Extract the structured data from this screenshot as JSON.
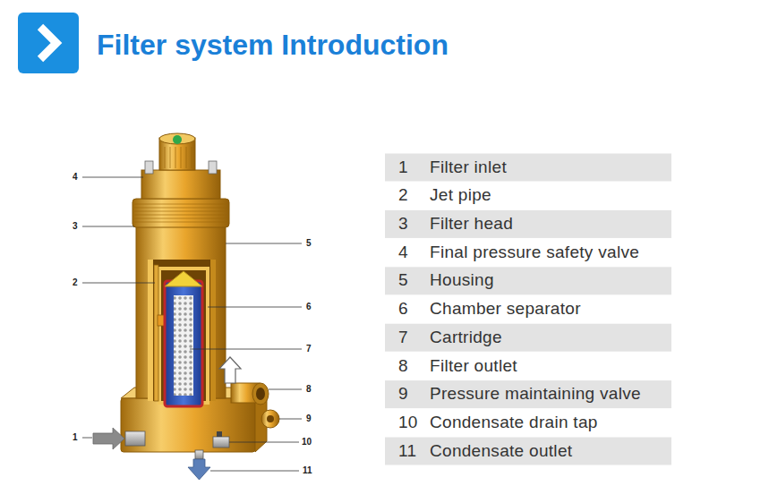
{
  "diagram": {
    "title": "Filter system Introduction",
    "labels": [
      "4",
      "3",
      "2",
      "1",
      "5",
      "6",
      "7",
      "8",
      "9",
      "10",
      "11",
      "1",
      "Filter inlet",
      "2",
      "Jet pipe",
      "3",
      "Filter head",
      "4",
      "Final pressure safety valve",
      "5",
      "Housing",
      "6",
      "Chamber separator",
      "7",
      "Cartridge",
      "8",
      "Filter outlet",
      "9",
      "Pressure maintaining valve",
      "10",
      "Condensate drain tap",
      "11",
      "Condensate outlet"
    ]
  }
}
